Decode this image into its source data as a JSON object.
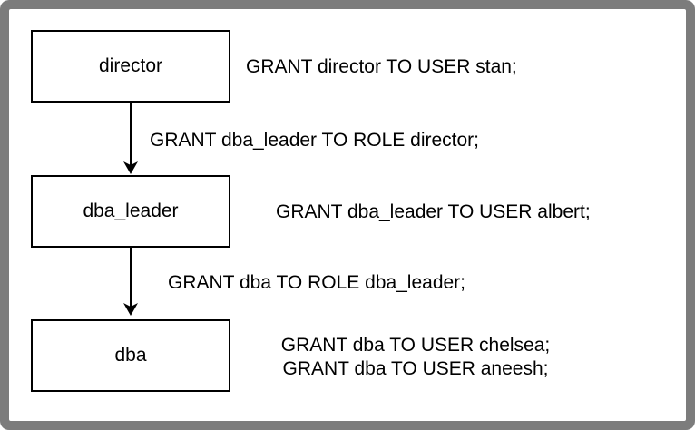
{
  "nodes": {
    "director": "director",
    "dba_leader": "dba_leader",
    "dba": "dba"
  },
  "edge_labels": {
    "dba_leader_to_director": "GRANT dba_leader TO ROLE director;",
    "dba_to_dba_leader": "GRANT dba TO ROLE dba_leader;"
  },
  "user_grants": {
    "director": [
      "GRANT director TO USER stan;"
    ],
    "dba_leader": [
      "GRANT dba_leader TO USER albert;"
    ],
    "dba": [
      "GRANT dba TO USER chelsea;",
      "GRANT dba TO USER aneesh;"
    ]
  }
}
